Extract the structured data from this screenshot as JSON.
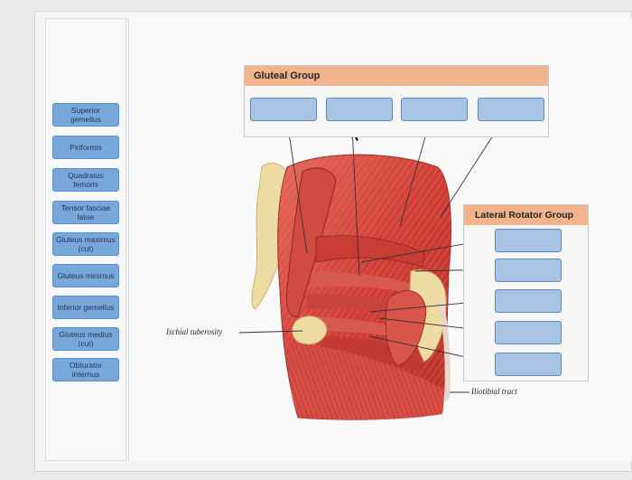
{
  "labels_bank": [
    "Superior gemellus",
    "Piriformis",
    "Quadratus femoris",
    "Tensor fasciae latae",
    "Gluteus maximus (cut)",
    "Gluteus minimus",
    "Inferior gemellus",
    "Gluteus medius (cut)",
    "Obturator internus"
  ],
  "gluteal_group": {
    "title": "Gluteal Group"
  },
  "lateral_rotator_group": {
    "title": "Lateral Rotator Group"
  },
  "figure_labels": {
    "ischial_tuberosity": "Ischial tuberosity",
    "iliotibial_tract": "Iliotibial tract"
  },
  "colors": {
    "label_chip": "#78a7dc",
    "drop_slot": "#a8c3e4",
    "group_header": "#f1b48c",
    "muscle": "#d9544a",
    "bone": "#efdca2"
  }
}
